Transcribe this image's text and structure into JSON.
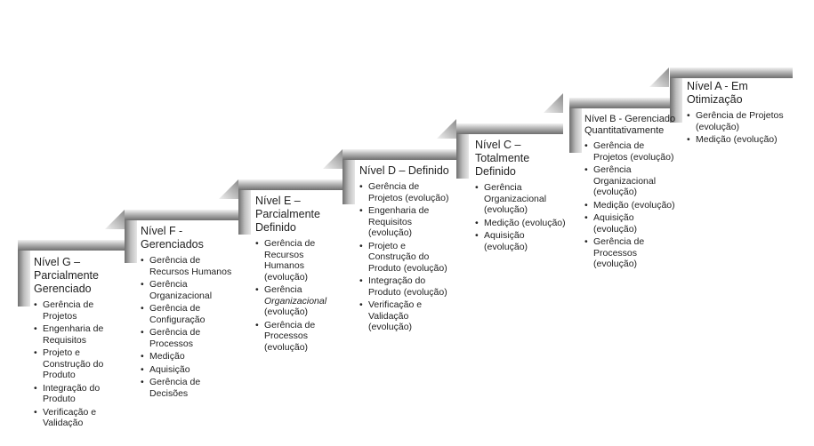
{
  "levels": [
    {
      "id": "g",
      "title": "Nível G – Parcialmente Gerenciado",
      "items": [
        "Gerência de Projetos",
        "Engenharia de Requisitos",
        "Projeto e Construção do Produto",
        "Integração do Produto",
        "Verificação e Validação"
      ]
    },
    {
      "id": "f",
      "title": "Nível F - Gerenciados",
      "items": [
        "Gerência de Recursos Humanos",
        "Gerência Organizacional",
        "Gerência de Configuração",
        "Gerência de Processos",
        "Medição",
        "Aquisição",
        "Gerência de Decisões"
      ]
    },
    {
      "id": "e",
      "title": "Nível E – Parcialmente Definido",
      "items": [
        "Gerência de Recursos Humanos (evolução)",
        "Gerência Organizacional (evolução)",
        "Gerência de Processos (evolução)"
      ]
    },
    {
      "id": "d",
      "title": "Nível D – Definido",
      "items": [
        "Gerência de Projetos (evolução)",
        "Engenharia de Requisitos (evolução)",
        "Projeto e Construção do Produto (evolução)",
        "Integração do Produto (evolução)",
        "Verificação e Validação (evolução)"
      ]
    },
    {
      "id": "c",
      "title": "Nível C – Totalmente Definido",
      "items": [
        "Gerência Organizacional (evolução)",
        "Medição (evolução)",
        "Aquisição (evolução)"
      ]
    },
    {
      "id": "b",
      "title": "Nível B - Gerenciado Quantitativamente",
      "items": [
        "Gerência de Projetos (evolução)",
        "Gerência Organizacional (evolução)",
        "Medição (evolução)",
        "Aquisição (evolução)",
        "Gerência de Processos (evolução)"
      ]
    },
    {
      "id": "a",
      "title": "Nível A - Em Otimização",
      "items": [
        "Gerência de Projetos (evolução)",
        "Medição (evolução)"
      ]
    }
  ]
}
